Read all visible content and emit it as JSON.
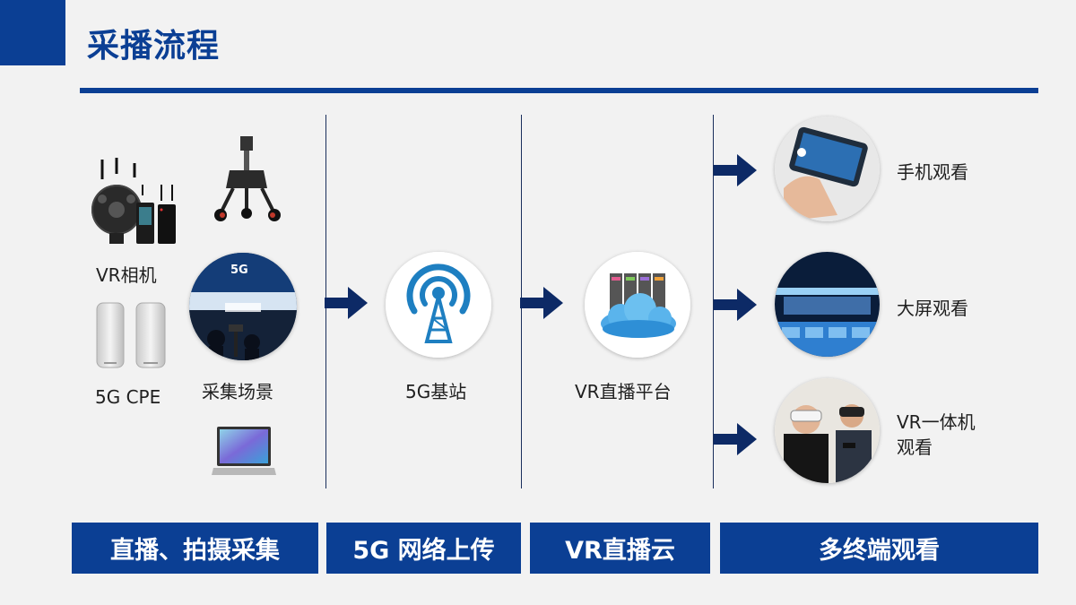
{
  "header": {
    "title": "采播流程"
  },
  "capture": {
    "camera_label": "VR相机",
    "cpe_label": "5G CPE",
    "scene_label": "采集场景",
    "scene_badge": "5G"
  },
  "network": {
    "station_label": "5G基站"
  },
  "platform": {
    "label": "VR直播平台"
  },
  "viewing": {
    "items": [
      {
        "label": "手机观看"
      },
      {
        "label": "大屏观看"
      },
      {
        "label_line1": "VR一体机",
        "label_line2": "观看"
      }
    ]
  },
  "stages": [
    {
      "label": "直播、拍摄采集"
    },
    {
      "label": "5G 网络上传"
    },
    {
      "label": "VR直播云"
    },
    {
      "label": "多终端观看"
    }
  ],
  "colors": {
    "brand_blue": "#0b3f94",
    "arrow_navy": "#0d2a66",
    "icon_blue": "#1e7fc1"
  }
}
